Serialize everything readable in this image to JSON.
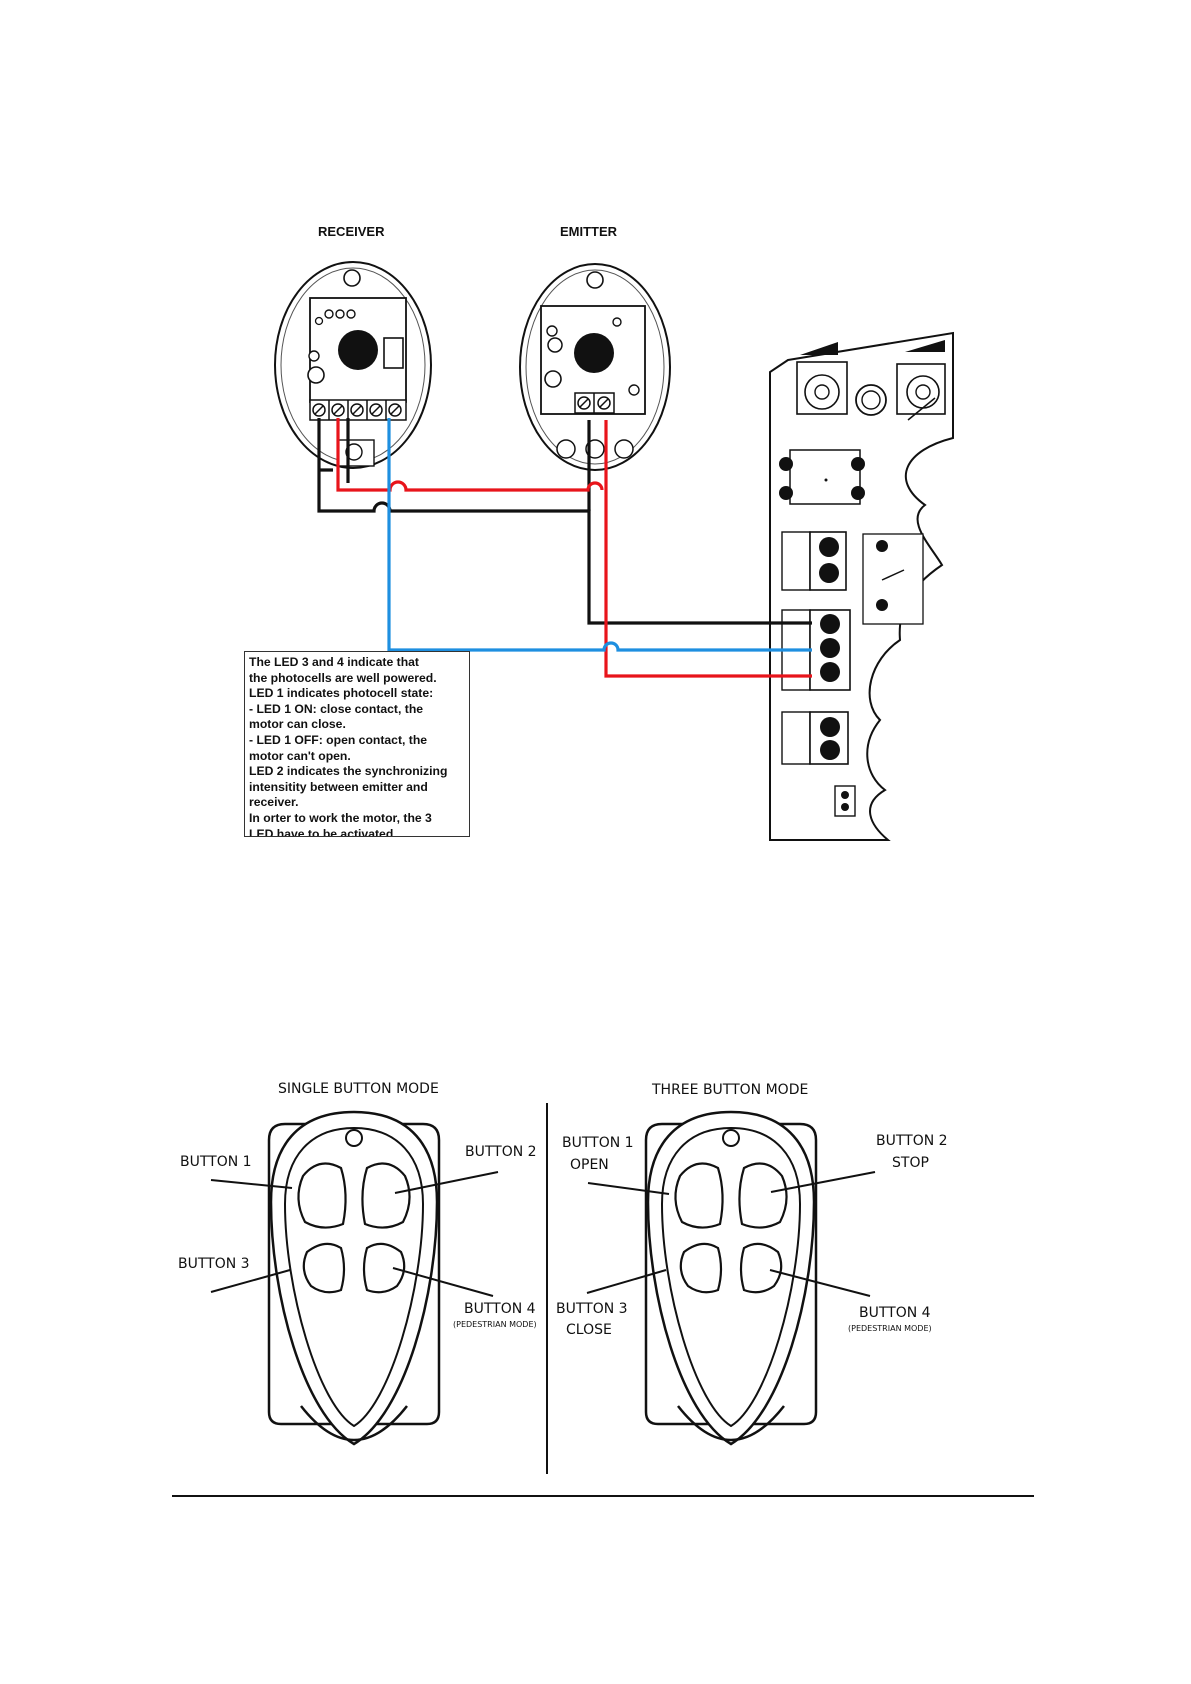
{
  "wiring": {
    "receiver_label": "RECEIVER",
    "emitter_label": "EMITTER",
    "note_lines": [
      "The LED 3 and 4 indicate that",
      "the photocells are well powered.",
      "LED 1 indicates photocell state:",
      "- LED 1 ON: close contact, the",
      "motor can close.",
      "- LED 1 OFF: open contact, the",
      "motor can't open.",
      "LED 2 indicates the synchronizing",
      "intensitity between emitter and",
      "receiver.",
      "In orter to work the motor, the 3",
      "LED have to be activated."
    ],
    "wire_colors": {
      "red": "#e8141b",
      "black": "#111111",
      "blue": "#1e8fe0"
    }
  },
  "remotes": {
    "single": {
      "title": "SINGLE BUTTON MODE",
      "button1": "BUTTON 1",
      "button2": "BUTTON 2",
      "button3": "BUTTON 3",
      "button4": "BUTTON 4",
      "button4_sub": "(PEDESTRIAN MODE)"
    },
    "three": {
      "title": "THREE BUTTON MODE",
      "button1": "BUTTON 1",
      "button1_sub": "OPEN",
      "button2": "BUTTON 2",
      "button2_sub": "STOP",
      "button3": "BUTTON 3",
      "button3_sub": "CLOSE",
      "button4": "BUTTON 4",
      "button4_sub": "(PEDESTRIAN MODE)"
    }
  }
}
